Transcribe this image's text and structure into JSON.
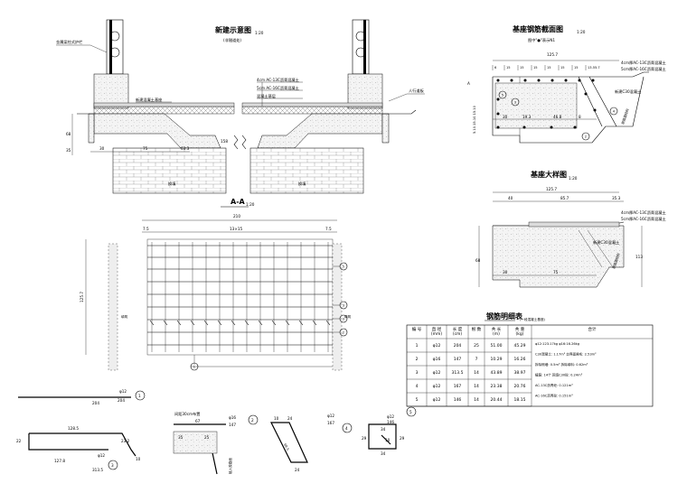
{
  "views": {
    "section_title": "新建示意图",
    "section_scale": "1:20",
    "section_note": "(非隧道处)",
    "barrier_label": "金属梁柱式护栏",
    "concrete_label": "新建混凝土基座",
    "sidewalk_label": "人行道板",
    "layer1": "4cm AC-13C沥青混凝土",
    "layer2": "5cm AC-16C沥青混凝土",
    "layer3": "混凝土基层",
    "dim_30": "30",
    "dim_75": "75",
    "dim_633": "63.3",
    "dim_68": "68",
    "dim_35": "35",
    "dim_158": "158",
    "fill_label": "换填",
    "rebar_title": "基座钢筋截面图",
    "rebar_scale": "1:20",
    "rebar_note": "图中\"●\"表示N1",
    "rebar_top_dim": "125.7",
    "rebar_seg": [
      "6",
      "15",
      "15",
      "15",
      "15",
      "15",
      "15",
      "13.55.7"
    ],
    "rebar_bottom": [
      "30",
      "19.3",
      "46.8",
      "8"
    ],
    "rebar_side": "5.10.15.10.15.10",
    "rebar_layer1": "4cm厚AC-13C沥青混凝土",
    "rebar_layer2": "5cm厚AC-16C沥青混凝土",
    "new_concrete": "新建C30混凝土",
    "existing_road": "原路面结构",
    "detail_title": "基座大样图",
    "detail_scale": "1:20",
    "detail_top": "125.7",
    "detail_40": "40",
    "detail_857": "85.7",
    "detail_353": "35.3",
    "detail_30": "30",
    "detail_75": "75",
    "detail_68": "68",
    "detail_113": "113",
    "plan_title": "A-A",
    "plan_scale": "1:20",
    "plan_210": "210",
    "plan_75": "7.5",
    "plan_13x15": "13×15",
    "plan_side": "125.7",
    "plan_fill": "填筑",
    "plan_fill_r": "填筑",
    "markers": [
      "1",
      "2",
      "3",
      "4",
      "5"
    ]
  },
  "table": {
    "title": "钢筋明细表",
    "subtitle": "(一段混凝土基座)",
    "headers": [
      "编 号",
      "直 径\n(mm)",
      "长 度\n(cm)",
      "根 数",
      "共 长\n(m)",
      "共 重\n(kg)",
      "合计"
    ],
    "rows": [
      [
        "1",
        "φ12",
        "204",
        "25",
        "51.00",
        "45.29"
      ],
      [
        "2",
        "φ16",
        "147",
        "7",
        "10.29",
        "16.26"
      ],
      [
        "3",
        "φ12",
        "313.5",
        "14",
        "43.89",
        "38.97"
      ],
      [
        "4",
        "φ12",
        "167",
        "14",
        "23.38",
        "20.76"
      ],
      [
        "5",
        "φ12",
        "146",
        "14",
        "20.44",
        "18.15"
      ]
    ],
    "total_lines": [
      "φ12:123.17kg      φ16:16.26kg",
      "C30混凝土: 1.17m³  交界面凿毛: 2.53m²",
      "拆除侧墙: 0.5m³    拆除填料: 0.62m³",
      "植筋: 14个         回填C30砼: 0.24m³",
      "AC-13C沥青砼: 0.121m³",
      "AC-16C沥青砼: 0.151m³"
    ]
  },
  "bars": {
    "b1_len": "204",
    "b1_dia": "φ12",
    "b1_note": "204",
    "b3_top": "128.5",
    "b3_bottom": "127.8",
    "b3_left": "22",
    "b3_right": "23.2",
    "b3_end": "10",
    "b3_dia": "φ12",
    "b3_len": "313.5",
    "b2_note": "间距30cm布置",
    "b2_67": "67",
    "b2_35": "35",
    "b2_25": "25",
    "b2_dia": "φ16",
    "b2_len": "147",
    "b2_embed": "植入原路面",
    "b4_10": "10",
    "b4_24": "24",
    "b4_24b": "24",
    "b4_dia": "φ12",
    "b4_len": "167",
    "b4_diag": "69.5",
    "b5_34": "34",
    "b5_29a": "29",
    "b5_29b": "29",
    "b5_10": "10",
    "b5_34b": "34",
    "b5_dia": "φ12",
    "b5_len": "146"
  }
}
